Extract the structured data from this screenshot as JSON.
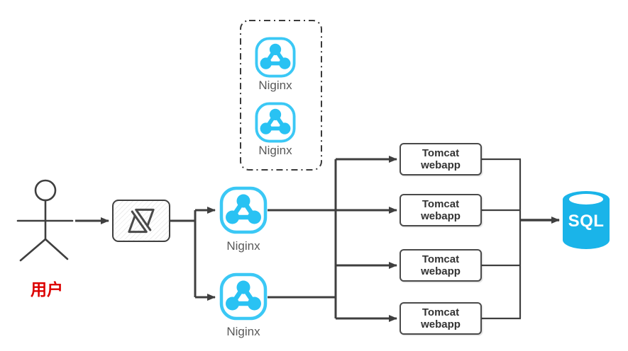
{
  "title": "nginx-tomcat-architecture-diagram",
  "colors": {
    "nginx_cyan": "#2EC3F3",
    "sql_blue": "#1AB4E9",
    "line_gray": "#3F3F3F",
    "user_red": "#DC0000",
    "label_gray": "#595959"
  },
  "user": {
    "label": "用户"
  },
  "load_balancer": {
    "icon": "load-balancer-icon"
  },
  "standby_group": {
    "nodes": [
      {
        "label": "Niginx"
      },
      {
        "label": "Niginx"
      }
    ]
  },
  "nginx_nodes": [
    {
      "label": "Niginx"
    },
    {
      "label": "Niginx"
    }
  ],
  "tomcat_nodes": [
    {
      "label": "Tomcat\nwebapp"
    },
    {
      "label": "Tomcat\nwebapp"
    },
    {
      "label": "Tomcat\nwebapp"
    },
    {
      "label": "Tomcat\nwebapp"
    }
  ],
  "database": {
    "label": "SQL"
  }
}
